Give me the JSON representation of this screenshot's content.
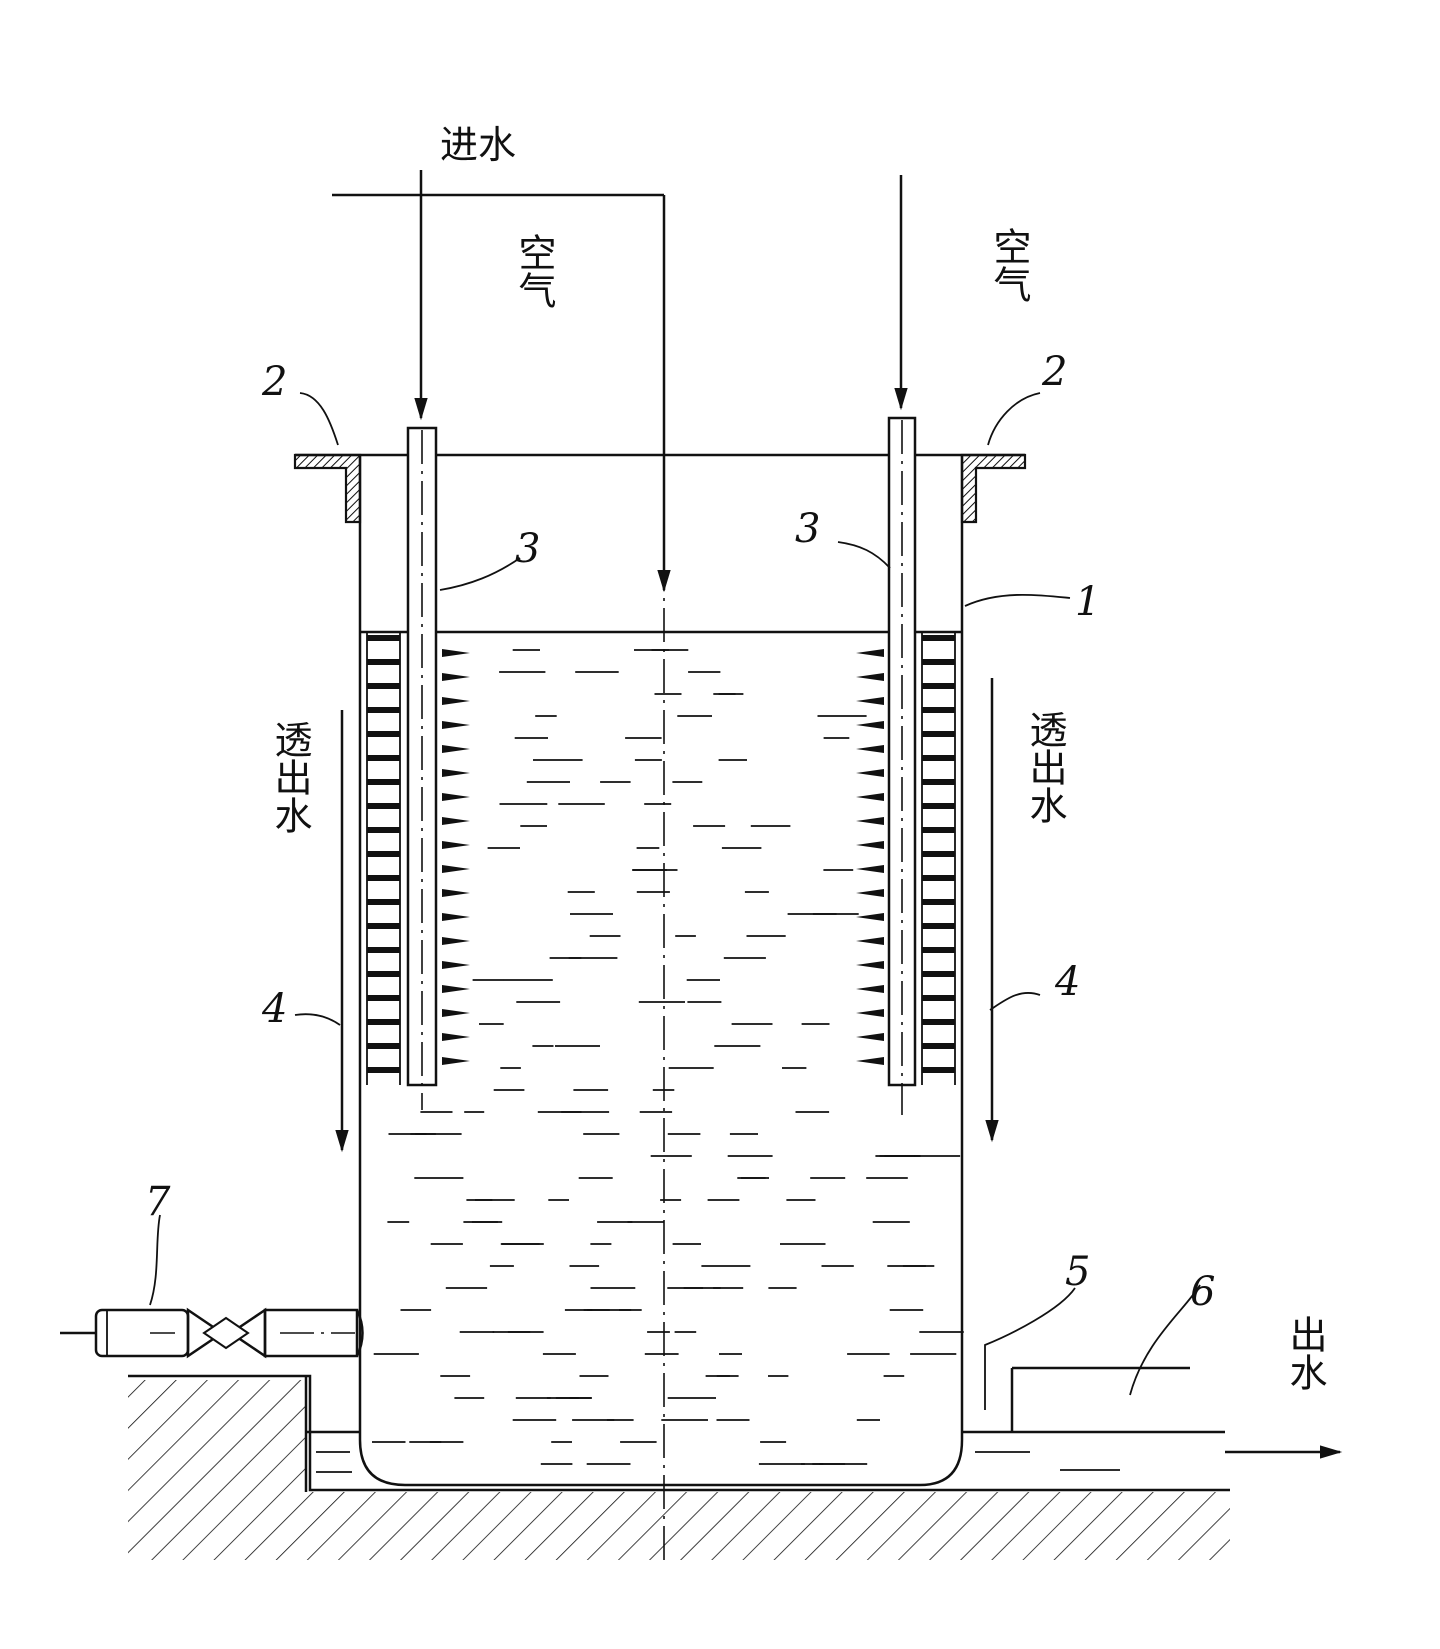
{
  "labels": {
    "inlet_water": "进水",
    "air_left": "空气",
    "air_right": "空气",
    "permeate_left": "透出水",
    "permeate_right": "透出水",
    "outlet_water": "出水"
  },
  "parts": {
    "tank": "1",
    "flange_left": "2",
    "flange_right": "2",
    "air_pipe_left": "3",
    "air_pipe_right": "3",
    "membrane_left": "4",
    "membrane_right": "4",
    "overflow_weir": "5",
    "outlet_channel": "6",
    "drain_valve": "7"
  }
}
